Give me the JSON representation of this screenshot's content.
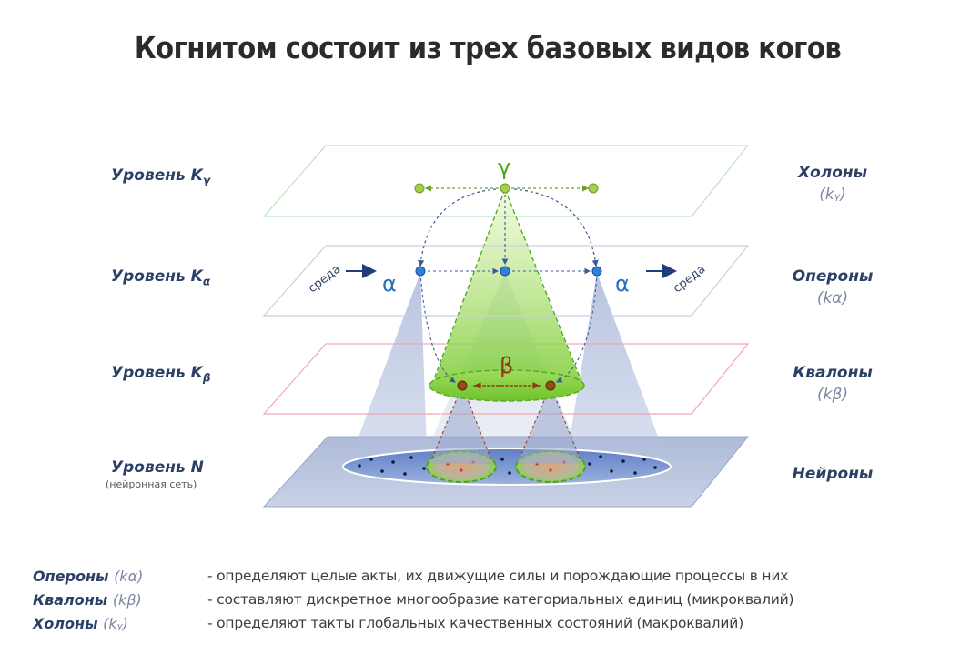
{
  "title": "Когнитом состоит из трех базовых видов когов",
  "levels": {
    "gamma": {
      "label": "Уровень K",
      "sub": "γ"
    },
    "alpha": {
      "label": "Уровень K",
      "sub": "α"
    },
    "beta": {
      "label": "Уровень K",
      "sub": "β"
    },
    "n": {
      "label": "Уровень N",
      "note": "(нейронная сеть)"
    }
  },
  "right_labels": {
    "holons": {
      "name": "Холоны",
      "k": "(kᵧ)"
    },
    "operons": {
      "name": "Опероны",
      "k": "(kα)"
    },
    "qualons": {
      "name": "Квалоны",
      "k": "(kβ)"
    },
    "neurons": {
      "name": "Нейроны"
    }
  },
  "diagram": {
    "gamma_symbol": "γ",
    "alpha_left": "α",
    "alpha_right": "α",
    "beta_symbol": "β",
    "env_left": "среда",
    "env_right": "среда",
    "colors": {
      "green": "#55b52b",
      "blue": "#2a6fc2",
      "brown": "#8b3a12",
      "navy": "#1f3d7a"
    }
  },
  "legend": [
    {
      "term": "Опероны",
      "k": "(kα)",
      "desc": "- определяют целые акты, их движущие силы и порождающие процессы в них"
    },
    {
      "term": "Квалоны",
      "k": "(kβ)",
      "desc": "- составляют дискретное многообразие категориальных единиц (микроквалий)"
    },
    {
      "term": "Холоны",
      "k": "(kᵧ)",
      "desc": "- определяют такты глобальных качественных состояний (макроквалий)"
    }
  ]
}
